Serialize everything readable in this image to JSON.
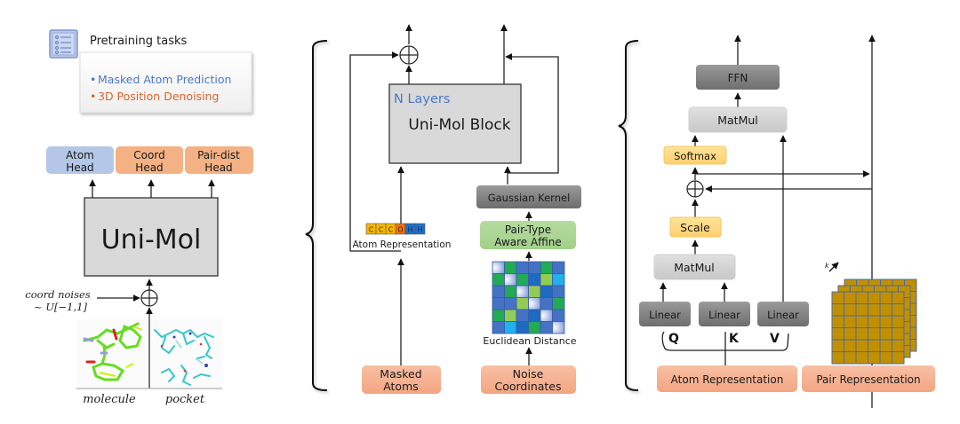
{
  "pretraining": {
    "title": "Pretraining tasks",
    "icon": "checklist-icon",
    "tasks": [
      {
        "label": "Masked Atom Prediction",
        "color": "#4a78c8"
      },
      {
        "label": "3D Position Denoising",
        "color": "#d9652a"
      }
    ]
  },
  "heads": [
    {
      "line1": "Atom",
      "line2": "Head",
      "color": "#b4c7e7"
    },
    {
      "line1": "Coord",
      "line2": "Head",
      "color": "#f4b183"
    },
    {
      "line1": "Pair-dist",
      "line2": "Head",
      "color": "#f4b183"
    }
  ],
  "unimol": {
    "label": "Uni-Mol"
  },
  "noise": {
    "line1": "coord noises",
    "line2": "~ U[−1,1]"
  },
  "structures": {
    "molecule_label": "molecule",
    "pocket_label": "pocket"
  },
  "block": {
    "layers_label": "N Layers",
    "title": "Uni-Mol Block",
    "gaussian_kernel": "Gaussian Kernel",
    "affine_line1": "Pair-Type",
    "affine_line2": "Aware Affine",
    "euclidean_label": "Euclidean Distance",
    "atom_repr_label": "Atom Representation",
    "atom_tokens": [
      {
        "t": "C",
        "c": "#f5b800"
      },
      {
        "t": "C",
        "c": "#f5b800"
      },
      {
        "t": "C",
        "c": "#f5b800"
      },
      {
        "t": "O",
        "c": "#f07010"
      },
      {
        "t": "H",
        "c": "#1f6fc8"
      },
      {
        "t": "H",
        "c": "#1f6fc8"
      }
    ],
    "masked_atoms_line1": "Masked",
    "masked_atoms_line2": "Atoms",
    "noise_coords_line1": "Noise",
    "noise_coords_line2": "Coordinates",
    "distance_matrix": [
      [
        "L",
        "G",
        "B",
        "B",
        "G",
        "B"
      ],
      [
        "G",
        "L",
        "G",
        "D",
        "Y",
        "C"
      ],
      [
        "B",
        "G",
        "L",
        "Y",
        "D",
        "B"
      ],
      [
        "B",
        "B",
        "Y",
        "L",
        "B",
        "G"
      ],
      [
        "G",
        "Y",
        "B",
        "D",
        "L",
        "B"
      ],
      [
        "B",
        "C",
        "D",
        "G",
        "B",
        "L"
      ]
    ],
    "matrix_colors": {
      "L": "#c8d4f0",
      "G": "#22aa55",
      "B": "#4472c4",
      "D": "#1d6bc0",
      "Y": "#92cc55",
      "C": "#22b0ee"
    }
  },
  "attention": {
    "ffn": "FFN",
    "matmul_top": "MatMul",
    "softmax": "Softmax",
    "scale": "Scale",
    "matmul_bottom": "MatMul",
    "linear_q": "Linear",
    "linear_k": "Linear",
    "linear_v": "Linear",
    "q": "Q",
    "k": "K",
    "v": "V",
    "atom_repr": "Atom Representation",
    "pair_repr": "Pair Representation",
    "pair_depth_label": "k",
    "pair_grid_color": "#c09000"
  }
}
